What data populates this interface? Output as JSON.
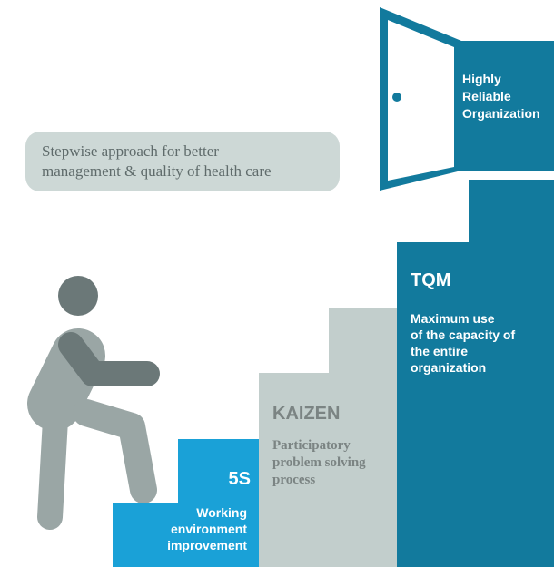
{
  "caption": [
    "Stepwise approach for better",
    "management & quality of health care"
  ],
  "steps": [
    {
      "title": "5S",
      "body": [
        "Working",
        "environment",
        "improvement"
      ]
    },
    {
      "title": "KAIZEN",
      "body": [
        "Participatory",
        "problem solving",
        "process"
      ]
    },
    {
      "title": "TQM",
      "body": [
        "Maximum use",
        "of the capacity of",
        "the entire",
        "organization"
      ]
    }
  ],
  "door": {
    "label": [
      "Highly",
      "Reliable",
      "Organization"
    ]
  },
  "colors": {
    "blue": "#1aa1d7",
    "gray": "#c2cecc",
    "teal": "#127a9d",
    "figure": "#6b7878",
    "figure_light": "#9aa6a5"
  }
}
